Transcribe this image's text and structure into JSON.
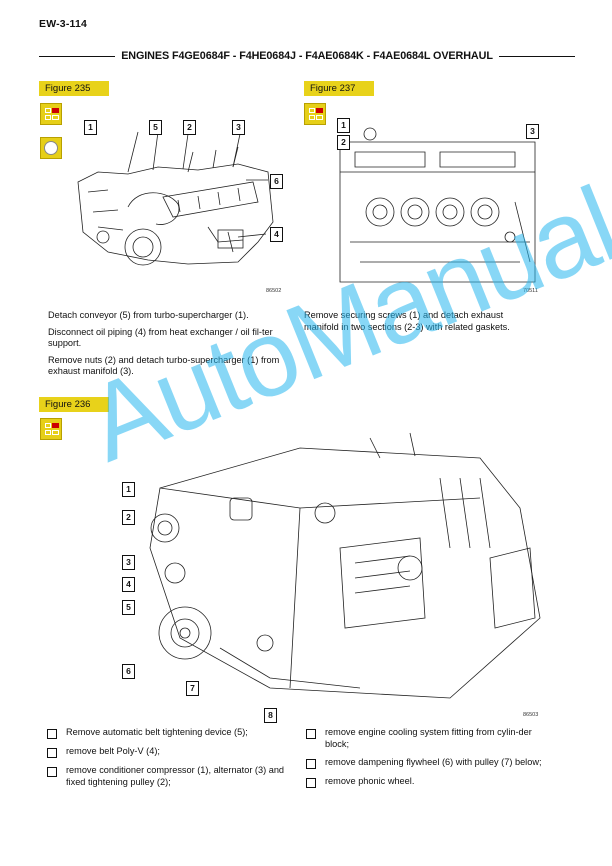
{
  "header": {
    "page_code": "EW-3-114",
    "title": "ENGINES F4GE0684F - F4HE0684J - F4AE0684K - F4AE0684L OVERHAUL"
  },
  "figures": {
    "fig235": {
      "label": "Figure 235",
      "number": "86502",
      "callouts": [
        "1",
        "5",
        "2",
        "3",
        "6",
        "4"
      ],
      "paragraphs": [
        "Detach conveyor (5) from turbo-supercharger (1).",
        "Disconnect oil piping (4) from heat exchanger / oil fil-ter support.",
        "Remove nuts (2) and detach turbo-supercharger (1) from exhaust manifold (3)."
      ]
    },
    "fig237": {
      "label": "Figure 237",
      "number": "70511",
      "callouts": [
        "1",
        "2",
        "3"
      ],
      "paragraphs": [
        "Remove securing screws (1) and detach exhaust manifold in two sections (2-3) with related gaskets."
      ]
    },
    "fig236": {
      "label": "Figure 236",
      "number": "86503",
      "callouts": [
        "1",
        "2",
        "3",
        "4",
        "5",
        "6",
        "7",
        "8"
      ],
      "bullets_left": [
        "Remove automatic belt tightening device (5);",
        "remove belt Poly-V (4);",
        "remove conditioner compressor (1), alternator (3) and fixed tightening pulley (2);"
      ],
      "bullets_right": [
        "remove engine cooling system fitting from cylin-der block;",
        "remove dampening flywheel (6) with pulley (7) below;",
        "remove phonic wheel."
      ]
    }
  },
  "icons": {
    "procedure_icon": "procedure-grid-icon",
    "tool_icon": "special-tool-icon"
  },
  "watermark": "AutoManual",
  "colors": {
    "label_bg": "#e8d21a",
    "watermark": "#28b8f0",
    "icon_red": "#cc0000"
  }
}
